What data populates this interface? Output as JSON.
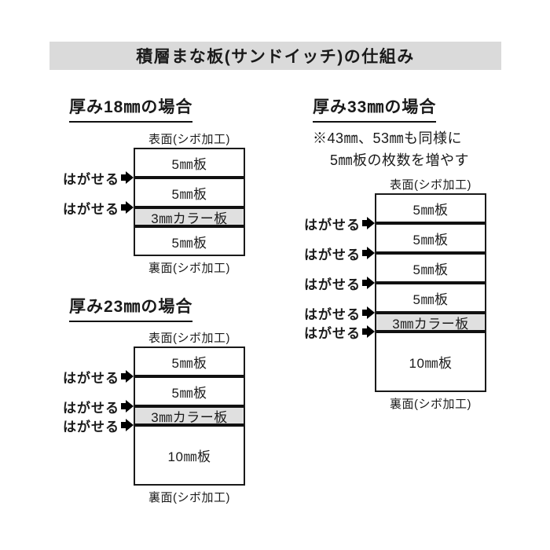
{
  "title": "積層まな板(サンドイッチ)の仕組み",
  "colors": {
    "title_bar_bg": "#dadada",
    "color_layer_bg": "#e0e0e0",
    "line_black": "#111111"
  },
  "peel_arrow_icon": "right-arrow",
  "sections": [
    {
      "id": "18mm",
      "heading": "厚み18㎜の場合",
      "note_lines": [],
      "front_label": "表面(シボ加工)",
      "back_label": "裏面(シボ加工)",
      "peel_label": "はがせる",
      "layers": [
        {
          "label": "5㎜板",
          "thickness_mm": 5,
          "color": false,
          "peel_after": true
        },
        {
          "label": "5㎜板",
          "thickness_mm": 5,
          "color": false,
          "peel_after": true
        },
        {
          "label": "3㎜カラー板",
          "thickness_mm": 3,
          "color": true,
          "peel_after": false
        },
        {
          "label": "5㎜板",
          "thickness_mm": 5,
          "color": false,
          "peel_after": false
        }
      ]
    },
    {
      "id": "23mm",
      "heading": "厚み23㎜の場合",
      "note_lines": [],
      "front_label": "表面(シボ加工)",
      "back_label": "裏面(シボ加工)",
      "peel_label": "はがせる",
      "layers": [
        {
          "label": "5㎜板",
          "thickness_mm": 5,
          "color": false,
          "peel_after": true
        },
        {
          "label": "5㎜板",
          "thickness_mm": 5,
          "color": false,
          "peel_after": true
        },
        {
          "label": "3㎜カラー板",
          "thickness_mm": 3,
          "color": true,
          "peel_after": true
        },
        {
          "label": "10㎜板",
          "thickness_mm": 10,
          "color": false,
          "peel_after": false
        }
      ]
    },
    {
      "id": "33mm",
      "heading": "厚み33㎜の場合",
      "note_lines": [
        "※43㎜、53㎜も同様に",
        "5㎜板の枚数を増やす"
      ],
      "front_label": "表面(シボ加工)",
      "back_label": "裏面(シボ加工)",
      "peel_label": "はがせる",
      "layers": [
        {
          "label": "5㎜板",
          "thickness_mm": 5,
          "color": false,
          "peel_after": true
        },
        {
          "label": "5㎜板",
          "thickness_mm": 5,
          "color": false,
          "peel_after": true
        },
        {
          "label": "5㎜板",
          "thickness_mm": 5,
          "color": false,
          "peel_after": true
        },
        {
          "label": "5㎜板",
          "thickness_mm": 5,
          "color": false,
          "peel_after": true
        },
        {
          "label": "3㎜カラー板",
          "thickness_mm": 3,
          "color": true,
          "peel_after": true
        },
        {
          "label": "10㎜板",
          "thickness_mm": 10,
          "color": false,
          "peel_after": false
        }
      ]
    }
  ]
}
